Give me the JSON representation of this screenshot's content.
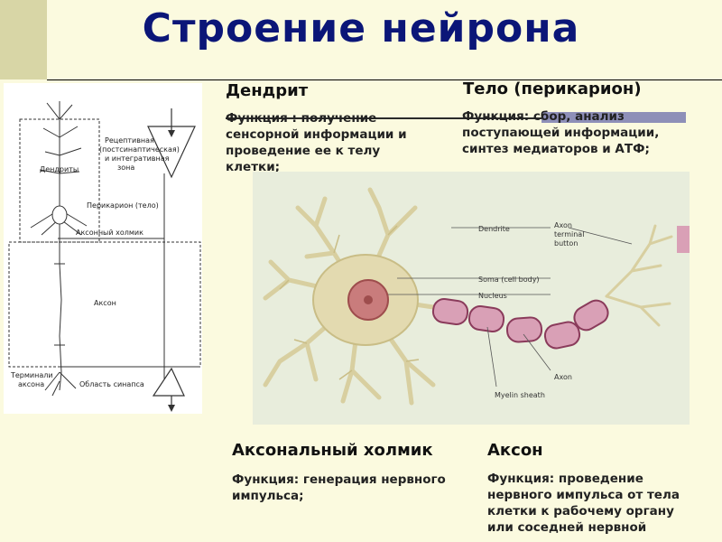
{
  "title": "Строение нейрона",
  "sections": {
    "dendrite": {
      "heading": "Дендрит",
      "func_lines": [
        "Функция : получение",
        "сенсорной информации и",
        "проведение ее к телу",
        "клетки;"
      ]
    },
    "body": {
      "heading": "Тело (перикарион)",
      "func_lines": [
        "Функция: сбор, анализ",
        "поступающей информации,",
        "синтез медиаторов и АТФ;"
      ]
    },
    "hillock": {
      "heading": "Аксональный холмик",
      "func_lines": [
        "Функция: генерация нервного",
        "импульса;"
      ]
    },
    "axon": {
      "heading": "Аксон",
      "func_lines": [
        "Функция: проведение",
        "нервного импульса от тела",
        "клетки к рабочему органу",
        "или соседней нервной"
      ]
    }
  },
  "left_diagram": {
    "labels": {
      "dendrites": "Дендриты",
      "receptive_1": "Рецептивная",
      "receptive_2": "(постсинаптическая)",
      "receptive_3": "и интегративная",
      "receptive_4": "зона",
      "perikaryon": "Перикарион (тело)",
      "hillock": "Аксонный холмик",
      "axon": "Аксон",
      "terminals_1": "Терминали",
      "terminals_2": "аксона",
      "synapse_area": "Область синапса"
    }
  },
  "main_diagram": {
    "labels": {
      "dendrite": "Dendrite",
      "axon_terminal_1": "Axon",
      "axon_terminal_2": "terminal",
      "axon_terminal_3": "button",
      "soma": "Soma (cell body)",
      "nucleus": "Nucleus",
      "axon": "Axon",
      "myelin": "Myelin sheath"
    }
  }
}
